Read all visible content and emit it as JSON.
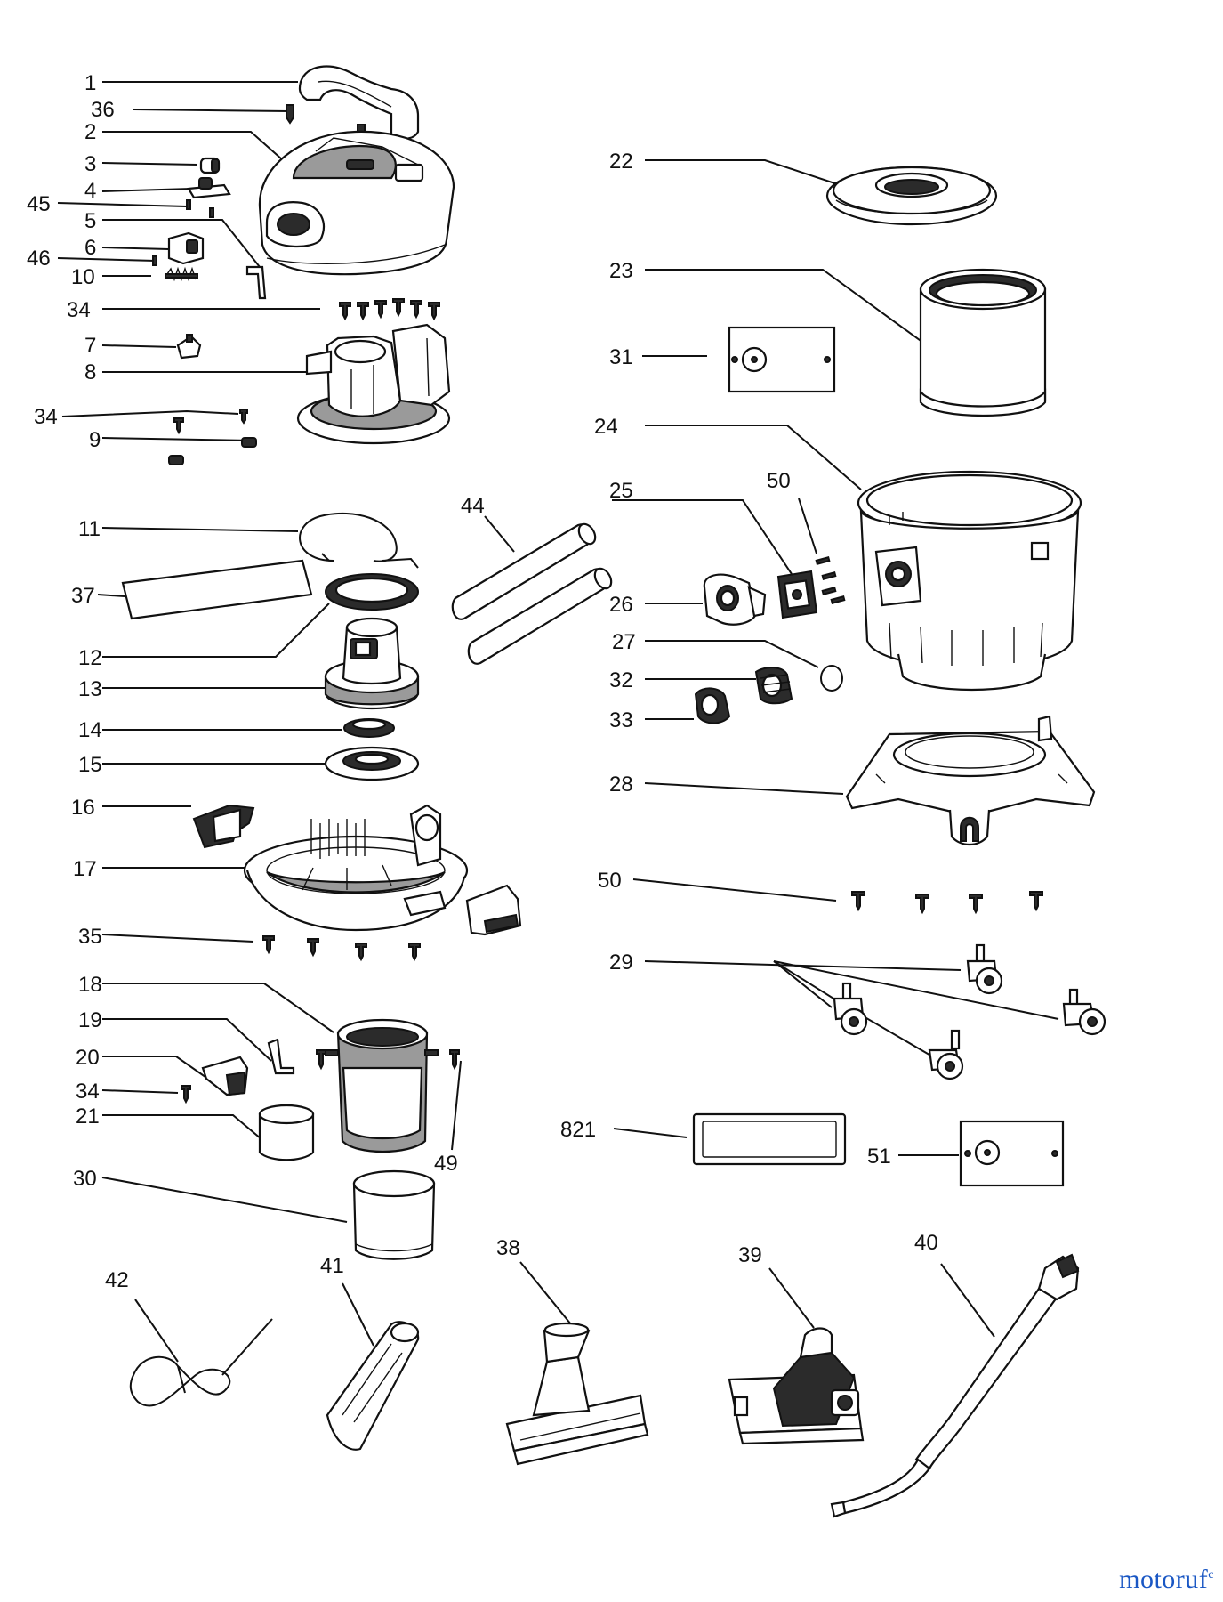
{
  "callouts": [
    "1",
    "36",
    "2",
    "3",
    "4",
    "45",
    "5",
    "6",
    "46",
    "10",
    "34",
    "7",
    "8",
    "34",
    "9",
    "11",
    "37",
    "12",
    "13",
    "14",
    "15",
    "16",
    "17",
    "35",
    "18",
    "19",
    "20",
    "34",
    "21",
    "30",
    "42",
    "41",
    "44",
    "22",
    "23",
    "31",
    "24",
    "25",
    "50",
    "26",
    "27",
    "32",
    "33",
    "28",
    "50",
    "29",
    "821",
    "51",
    "38",
    "39",
    "40",
    "49"
  ],
  "watermark": "motoruf",
  "watermark_mark": "c"
}
